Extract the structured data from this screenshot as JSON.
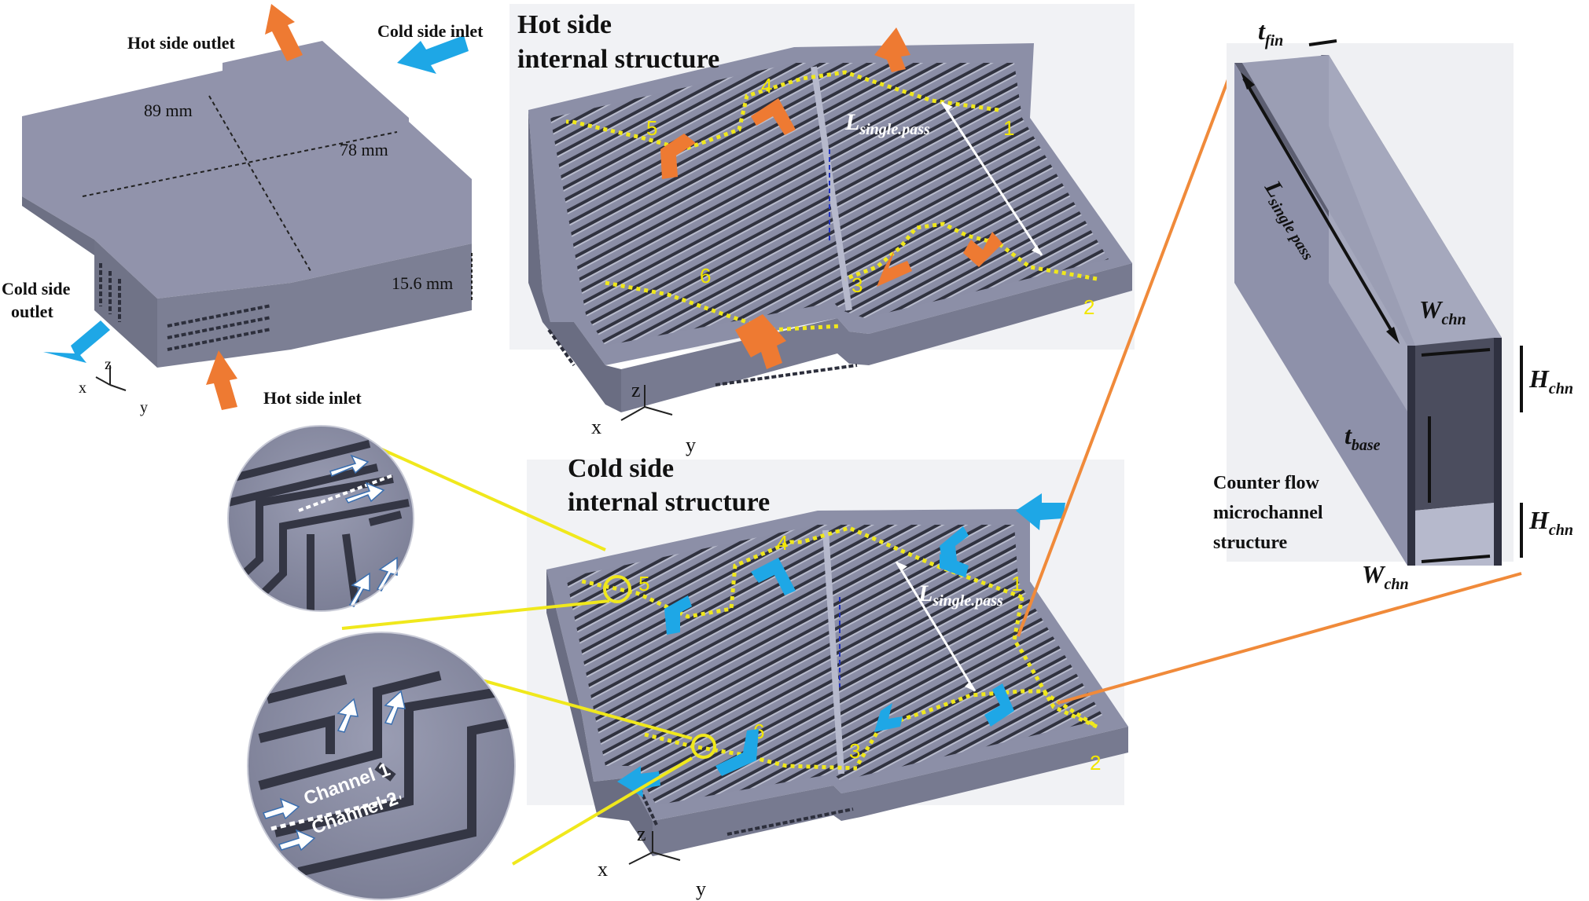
{
  "exterior": {
    "hot_outlet": "Hot side outlet",
    "cold_inlet": "Cold side inlet",
    "cold_outlet_1": "Cold side",
    "cold_outlet_2": "outlet",
    "hot_inlet": "Hot side inlet",
    "dim_89": "89 mm",
    "dim_78": "78 mm",
    "dim_156": "15.6 mm"
  },
  "hot_side": {
    "title_1": "Hot side",
    "title_2": "internal structure",
    "length_main": "L",
    "length_sub": "single.pass",
    "pass_numbers": [
      "1",
      "2",
      "3",
      "4",
      "5",
      "6"
    ]
  },
  "cold_side": {
    "title_1": "Cold side",
    "title_2": "internal structure",
    "length_main": "L",
    "length_sub": "single.pass",
    "pass_numbers": [
      "1",
      "2",
      "3",
      "4",
      "5",
      "6"
    ]
  },
  "detail": {
    "channel_1": "Channel 1",
    "channel_2": "Channel 2"
  },
  "microchannel": {
    "t_main": "t",
    "t_fin_sub": "fin",
    "l_main": "L",
    "l_sub": "single pass",
    "w_main": "W",
    "w_sub": "chn",
    "h_main": "H",
    "h_sub": "chn",
    "tbase_main": "t",
    "tbase_sub": "base",
    "caption_1": "Counter flow",
    "caption_2": "microchannel",
    "caption_3": "structure"
  },
  "axes": {
    "x": "x",
    "y": "y",
    "z": "z"
  },
  "colors": {
    "hot_arrow": "#ee7a32",
    "cold_arrow": "#1ea7e6",
    "path_dotted": "#f0e81c",
    "leader": "#f0e81c",
    "orange_leader": "#f08a3a",
    "metal_top": "#8d90a8",
    "metal_side": "#6a6d82",
    "groove": "#2f3140"
  }
}
